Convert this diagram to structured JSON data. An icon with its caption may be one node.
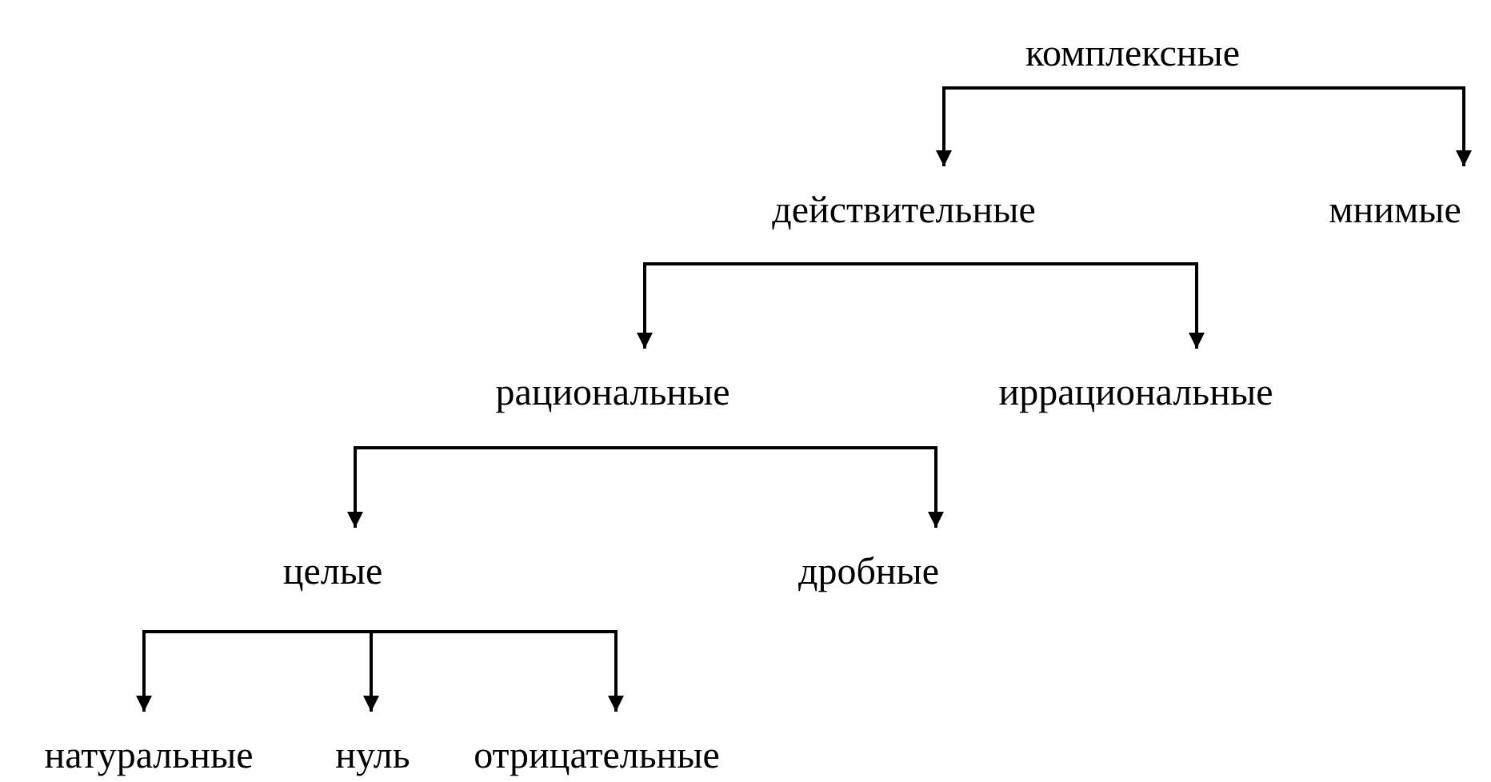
{
  "diagram": {
    "nodes": [
      {
        "text": [
          "комплексные"
        ]
      },
      {
        "text": [
          "действительные"
        ]
      },
      {
        "text": [
          "мнимые"
        ]
      },
      {
        "text": [
          "рациональные"
        ]
      },
      {
        "text": [
          "иррациональные"
        ]
      },
      {
        "text": [
          "целые"
        ]
      },
      {
        "text": [
          "дробные"
        ]
      },
      {
        "text": [
          "натуральные"
        ]
      },
      {
        "text": [
          "нуль"
        ]
      },
      {
        "text": [
          "отрицательные"
        ]
      }
    ],
    "edges": [
      {
        "from": 0,
        "to": 1,
        "arrow": "to"
      },
      {
        "from": 0,
        "to": 2,
        "arrow": "to"
      },
      {
        "from": 1,
        "to": 3,
        "arrow": "to"
      },
      {
        "from": 1,
        "to": 4,
        "arrow": "to"
      },
      {
        "from": 3,
        "to": 5,
        "arrow": "to"
      },
      {
        "from": 3,
        "to": 6,
        "arrow": "to"
      },
      {
        "from": 5,
        "to": 7,
        "arrow": "to"
      },
      {
        "from": 5,
        "to": 8,
        "arrow": "to"
      },
      {
        "from": 5,
        "to": 9,
        "arrow": "to"
      }
    ]
  }
}
